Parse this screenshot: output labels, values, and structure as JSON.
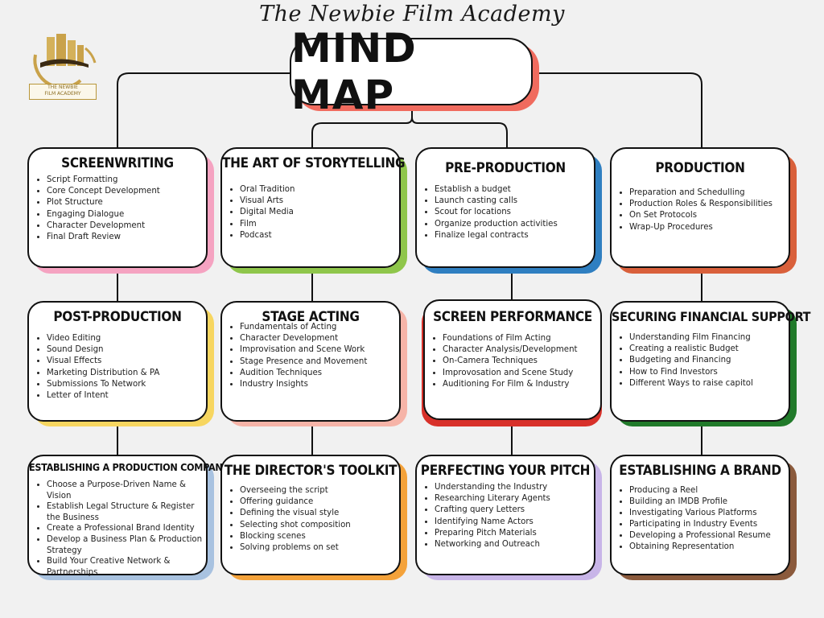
{
  "header": {
    "academy_name": "The Newbie Film Academy",
    "title": "MIND MAP"
  },
  "logo": {
    "line1": "THE NEWBIE",
    "line2": "FILM ACADEMY"
  },
  "colors": {
    "title_shadow": "#f06b5e",
    "pink": "#f5a3c1",
    "green": "#8fc64b",
    "blue": "#2f7fc1",
    "orange_red": "#d9603b",
    "yellow": "#f7d660",
    "salmon": "#f6b4a8",
    "red": "#d8312a",
    "dark_green": "#217a2a",
    "light_blue": "#a8c2e0",
    "orange": "#f4a23a",
    "lavender": "#c8b5e8",
    "brown": "#8b5a3c"
  },
  "cards": [
    {
      "title": "SCREENWRITING",
      "items": [
        "Script Formatting",
        "Core Concept Development",
        "Plot Structure",
        "Engaging Dialogue",
        "Character Development",
        "Final Draft Review"
      ]
    },
    {
      "title": "THE ART OF STORYTELLING",
      "items": [
        "Oral Tradition",
        "Visual Arts",
        "Digital Media",
        "Film",
        "Podcast"
      ]
    },
    {
      "title": "PRE-PRODUCTION",
      "items": [
        "Establish a budget",
        "Launch casting calls",
        "Scout for locations",
        "Organize production activities",
        "Finalize legal contracts"
      ]
    },
    {
      "title": "PRODUCTION",
      "items": [
        "Preparation and Schedulling",
        "Production Roles  & Responsibilities",
        "On Set Protocols",
        "Wrap-Up Procedures"
      ]
    },
    {
      "title": "POST-PRODUCTION",
      "items": [
        "Video Editing",
        "Sound Design",
        "Visual Effects",
        "Marketing Distribution & PA",
        "Submissions To Network",
        "Letter of Intent"
      ]
    },
    {
      "title": "STAGE ACTING",
      "items": [
        "Fundamentals of Acting",
        "Character Development",
        "Improvisation and Scene Work",
        "Stage Presence and Movement",
        "Audition Techniques",
        "Industry Insights"
      ]
    },
    {
      "title": "SCREEN PERFORMANCE",
      "items": [
        "Foundations of Film Acting",
        "Character Analysis/Development",
        "On-Camera Techniques",
        "Improvosation and Scene Study",
        "Auditioning For Film & Industry"
      ]
    },
    {
      "title": "SECURING FINANCIAL SUPPORT",
      "items": [
        "Understanding Film Financing",
        "Creating a realistic Budget",
        "Budgeting and Financing",
        "How to Find Investors",
        "Different Ways to raise capitol"
      ]
    },
    {
      "title": "ESTABLISHING A PRODUCTION COMPANY",
      "items": [
        "Choose a Purpose-Driven Name & Vision",
        "Establish Legal Structure & Register the Business",
        "Create a Professional Brand Identity",
        "Develop a Business Plan & Production Strategy",
        "Build Your Creative Network & Partnerships"
      ]
    },
    {
      "title": "THE DIRECTOR'S TOOLKIT",
      "items": [
        "Overseeing the script",
        "Offering guidance",
        "Defining the visual style",
        "Selecting shot composition",
        "Blocking scenes",
        "Solving problems on set"
      ]
    },
    {
      "title": "PERFECTING YOUR PITCH",
      "items": [
        "Understanding the Industry",
        "Researching Literary Agents",
        "Crafting   query Letters",
        "Identifying Name Actors",
        "Preparing Pitch Materials",
        "Networking and Outreach"
      ]
    },
    {
      "title": "ESTABLISHING A BRAND",
      "items": [
        "Producing a Reel",
        "Building an IMDB Profile",
        "Investigating Various Platforms",
        "Participating in Industry Events",
        "Developing a Professional Resume",
        "Obtaining Representation"
      ]
    }
  ]
}
